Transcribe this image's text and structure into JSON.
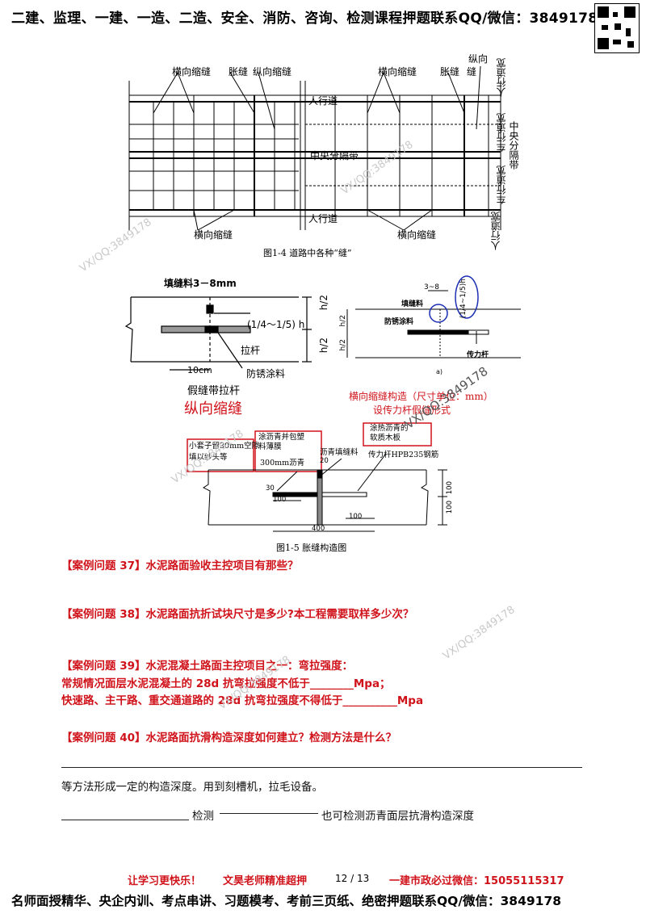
{
  "header": {
    "banner": "二建、监理、一建、一造、二造、安全、消防、咨询、检测课程押题联系QQ/微信：3849178"
  },
  "figure_1_4": {
    "labels": {
      "transverse_joint": "横向缩缝",
      "expansion_joint": "胀缝",
      "longitudinal_joint": "纵向缩缝",
      "longitudinal": "纵向",
      "sidewalk": "人行道",
      "sidewalk_width": "人行道宽",
      "median": "中央分隔带",
      "lane_width": "车行道宽"
    },
    "caption": "图1-4 道路中各种“缝”"
  },
  "figure_longitudinal": {
    "filler_label": "填缝料3－8mm",
    "ratio_label": "(1/4～1/5) h",
    "half_h": "h/2",
    "tie_bar": "拉杆",
    "dim_10cm": "10cm",
    "anticorrosion": "防锈涂料",
    "subtitle": "假缝带拉杆",
    "title": "纵向缩缝"
  },
  "figure_transverse": {
    "dim_3_8": "3~8",
    "ratio": "(1/4~1/5)h",
    "filler": "填缝料",
    "anticorrosion": "防锈涂料",
    "half_h": "h/2",
    "dowel": "传力杆",
    "sub_a": "a)",
    "note_line1": "横向缩缝构造（尺寸单位：mm）",
    "note_line2": "设传力杆假缝形式"
  },
  "figure_1_5": {
    "cap_note": "小套子留30mm空隙\n填以纱头等",
    "asphalt_note": "涂沥青并包塑\n料薄膜",
    "dim_300": "300mm沥青",
    "filler": "沥青填缝料",
    "board": "涂热沥青的\n软质木板",
    "dowel": "传力杆HPB235钢筋",
    "d20": "20",
    "d30": "30",
    "d100a": "100",
    "d100b": "100",
    "d100c": "100",
    "d100d": "100",
    "d400": "400",
    "caption": "图1-5 胀缝构造图"
  },
  "questions": {
    "q37": "【案例问题 37】水泥路面验收主控项目有那些？",
    "q38": "【案例问题 38】水泥路面抗折试块尺寸是多少?本工程需要取样多少次？",
    "q39_title": "【案例问题 39】水泥混凝土路面主控项目之一：弯拉强度：",
    "q39_line1": "常规情况面层水泥混凝土的 28d 抗弯拉强度不低于________Mpa；",
    "q39_line2": "快速路、主干路、重交通道路的 28d 抗弯拉强度不得低于__________Mpa",
    "q40": "【案例问题 40】水泥路面抗滑构造深度如何建立？检测方法是什么？"
  },
  "answer": {
    "line1": "等方法形成一定的构造深度。用到刻槽机，拉毛设备。",
    "detect": "检测",
    "line2_tail": "也可检测沥青面层抗滑构造深度"
  },
  "footer": {
    "slogan": "让学习更快乐！",
    "teacher": "文昊老师精准超押",
    "page": "12 / 13",
    "contact": "一建市政必过微信：15055115317",
    "banner": "名师面授精华、央企内训、考点串讲、习题模考、考前三页纸、绝密押题联系QQ/微信：3849178"
  },
  "watermarks": [
    "VX/QQ:3849178",
    "VX/QQ:3849178",
    "VX/QQ:3849178",
    "VX/QQ:3849178",
    "VX/QQ:3849178",
    "VX/QQ:3849178"
  ]
}
